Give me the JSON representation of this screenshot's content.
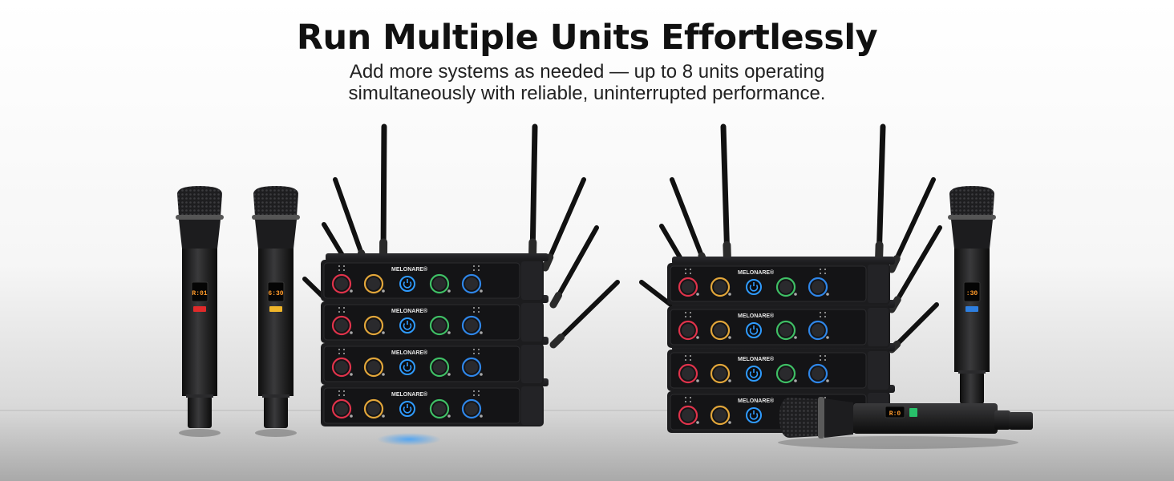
{
  "header": {
    "title": "Run Multiple Units Effortlessly",
    "subtitle_line1": "Add more systems as needed — up to 8 units operating",
    "subtitle_line2": "simultaneously with reliable, uninterrupted performance."
  },
  "product": {
    "brand_label": "MELONARE®",
    "channel_display_a": "R:01",
    "channel_display_b": "6:30",
    "channel_display_c": ":30",
    "channel_display_d": "R:0"
  },
  "colors": {
    "knob_red": "#e0334b",
    "knob_yellow": "#e2a63a",
    "knob_blue": "#2f86e8",
    "knob_green": "#3fbf65",
    "power_glow": "#2f9bff",
    "body_dark": "#1c1c1e",
    "face_dark": "#141416",
    "tag_red": "#e02a2a",
    "tag_yellow": "#f0b62a",
    "tag_blue": "#2e7fe0",
    "tag_green": "#28c06a",
    "display_orange": "#ff9a2a"
  },
  "icons": [
    "power-icon",
    "microphone",
    "antenna",
    "receiver-unit"
  ]
}
